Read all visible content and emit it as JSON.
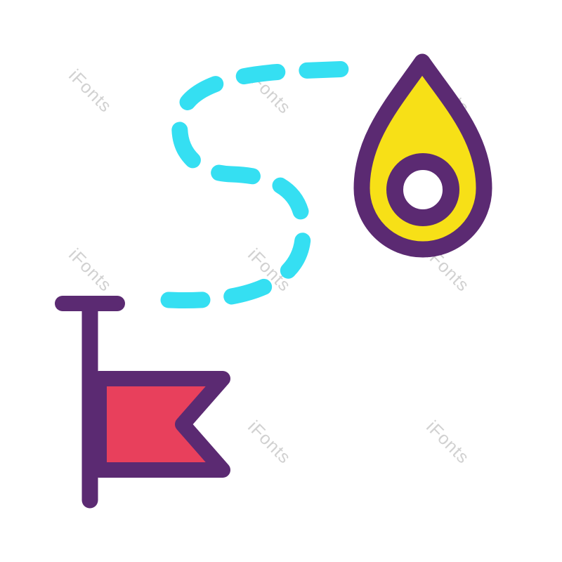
{
  "watermark": {
    "text": "iFonts"
  },
  "colors": {
    "background": "#ffffff",
    "watermark": "#c9c9c9",
    "outline": "#5b2a72",
    "flag": "#e8405c",
    "route": "#35dff2",
    "pin": "#f7e017"
  },
  "icon": {
    "description": "route icon: start flag connected by dashed S-curve path to location pin",
    "elements": [
      "flag",
      "dashed-route",
      "location-pin"
    ]
  }
}
